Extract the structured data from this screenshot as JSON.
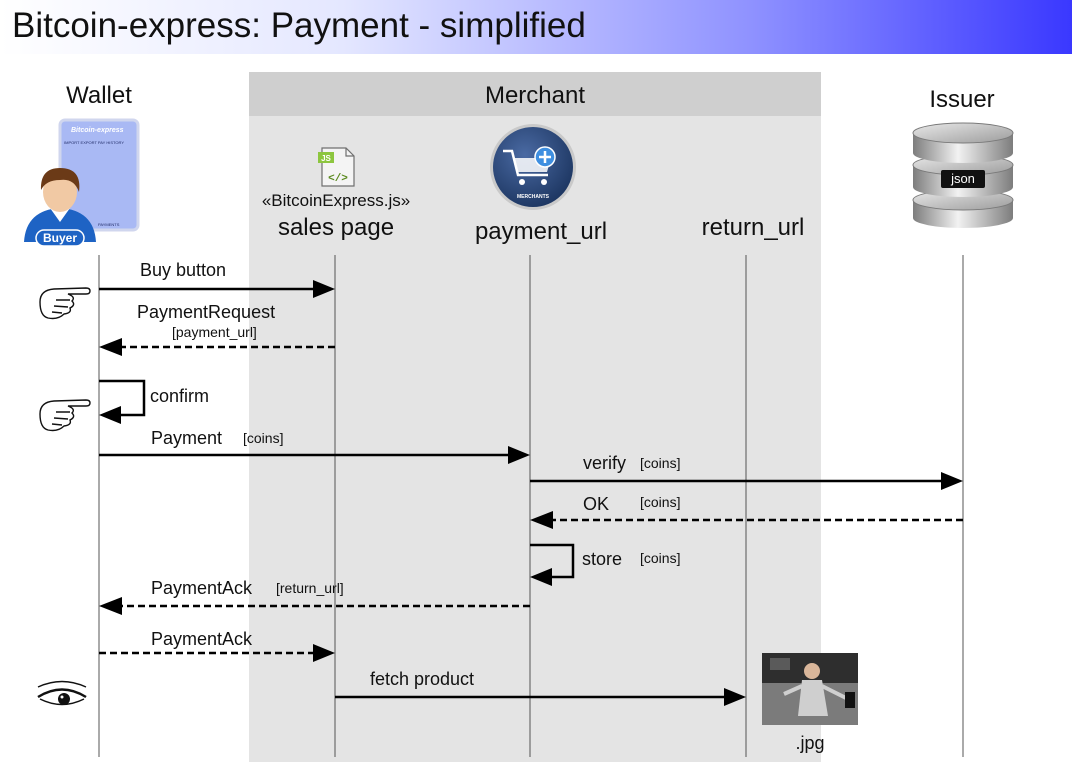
{
  "title": "Bitcoin-express: Payment - simplified",
  "participants": {
    "wallet": "Wallet",
    "merchant": "Merchant",
    "issuer": "Issuer",
    "sales_stereotype": "«BitcoinExpress.js»",
    "sales_page": "sales page",
    "payment_url": "payment_url",
    "return_url": "return_url"
  },
  "icons": {
    "wallet_app_title": "Bitcoin-express",
    "wallet_app_menu": "IMPORT EXPORT PAY HISTORY",
    "wallet_app_footer": "PAYMENTS",
    "buyer_badge": "Buyer",
    "merchants_badge": "MERCHANTS",
    "js_badge": "JS",
    "js_glyph": "</>",
    "json_badge": "json",
    "jpg_caption": ".jpg"
  },
  "messages": [
    {
      "label": "Buy button",
      "param": ""
    },
    {
      "label": "PaymentRequest",
      "param": "[payment_url]"
    },
    {
      "label": "confirm",
      "param": ""
    },
    {
      "label": "Payment",
      "param": "[coins]"
    },
    {
      "label": "verify",
      "param": "[coins]"
    },
    {
      "label": "OK",
      "param": "[coins]"
    },
    {
      "label": "store",
      "param": "[coins]"
    },
    {
      "label": "PaymentAck",
      "param": "[return_url]"
    },
    {
      "label": "PaymentAck",
      "param": ""
    },
    {
      "label": "fetch product",
      "param": ""
    }
  ],
  "colors": {
    "title_gradient_end": "#3a38ff",
    "merchant_panel": "#e4e4e4",
    "merchant_header": "#cfcfcf",
    "wallet_screen": "#a9b9f4",
    "merchant_badge": "#2b4a7c",
    "buyer_badge": "#1e63c4",
    "js_green": "#8dc63f"
  }
}
